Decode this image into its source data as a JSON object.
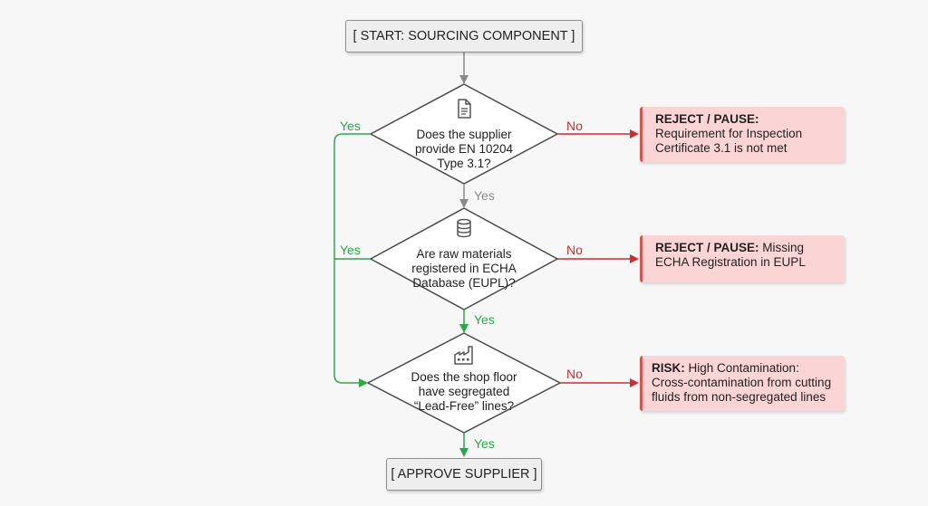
{
  "start": {
    "label": "[ START: SOURCING COMPONENT ]"
  },
  "end": {
    "label": "[ APPROVE SUPPLIER ]"
  },
  "decisions": [
    {
      "icon": "document-icon",
      "lines": [
        "Does the supplier",
        "provide EN 10204",
        "Type 3.1?"
      ],
      "yes_label": "Yes",
      "no_label": "No",
      "down_label": "Yes"
    },
    {
      "icon": "database-icon",
      "lines": [
        "Are raw materials",
        "registered in ECHA",
        "Database (EUPL)?"
      ],
      "yes_label": "Yes",
      "no_label": "No",
      "down_label": "Yes"
    },
    {
      "icon": "factory-icon",
      "lines": [
        "Does the shop floor",
        "have segregated",
        "“Lead-Free” lines?"
      ],
      "no_label": "No",
      "down_label": "Yes"
    }
  ],
  "outcomes": [
    {
      "title": "REJECT / PAUSE:",
      "line1_rest": "",
      "lines": [
        "Requirement for Inspection",
        "Certificate 3.1 is not met"
      ]
    },
    {
      "title": "REJECT / PAUSE:",
      "line1_rest": " Missing",
      "lines": [
        "ECHA Registration in EUPL"
      ]
    },
    {
      "title": "RISK:",
      "line1_rest": " High Contamination:",
      "lines": [
        "Cross-contamination from cutting",
        "fluids from non-segregated lines"
      ]
    }
  ],
  "colors": {
    "yes_path": "#2aa84a",
    "grey_path": "#8a8a8a",
    "no_path": "#d22b2b",
    "outcome_fill": "#fbd5d5"
  }
}
